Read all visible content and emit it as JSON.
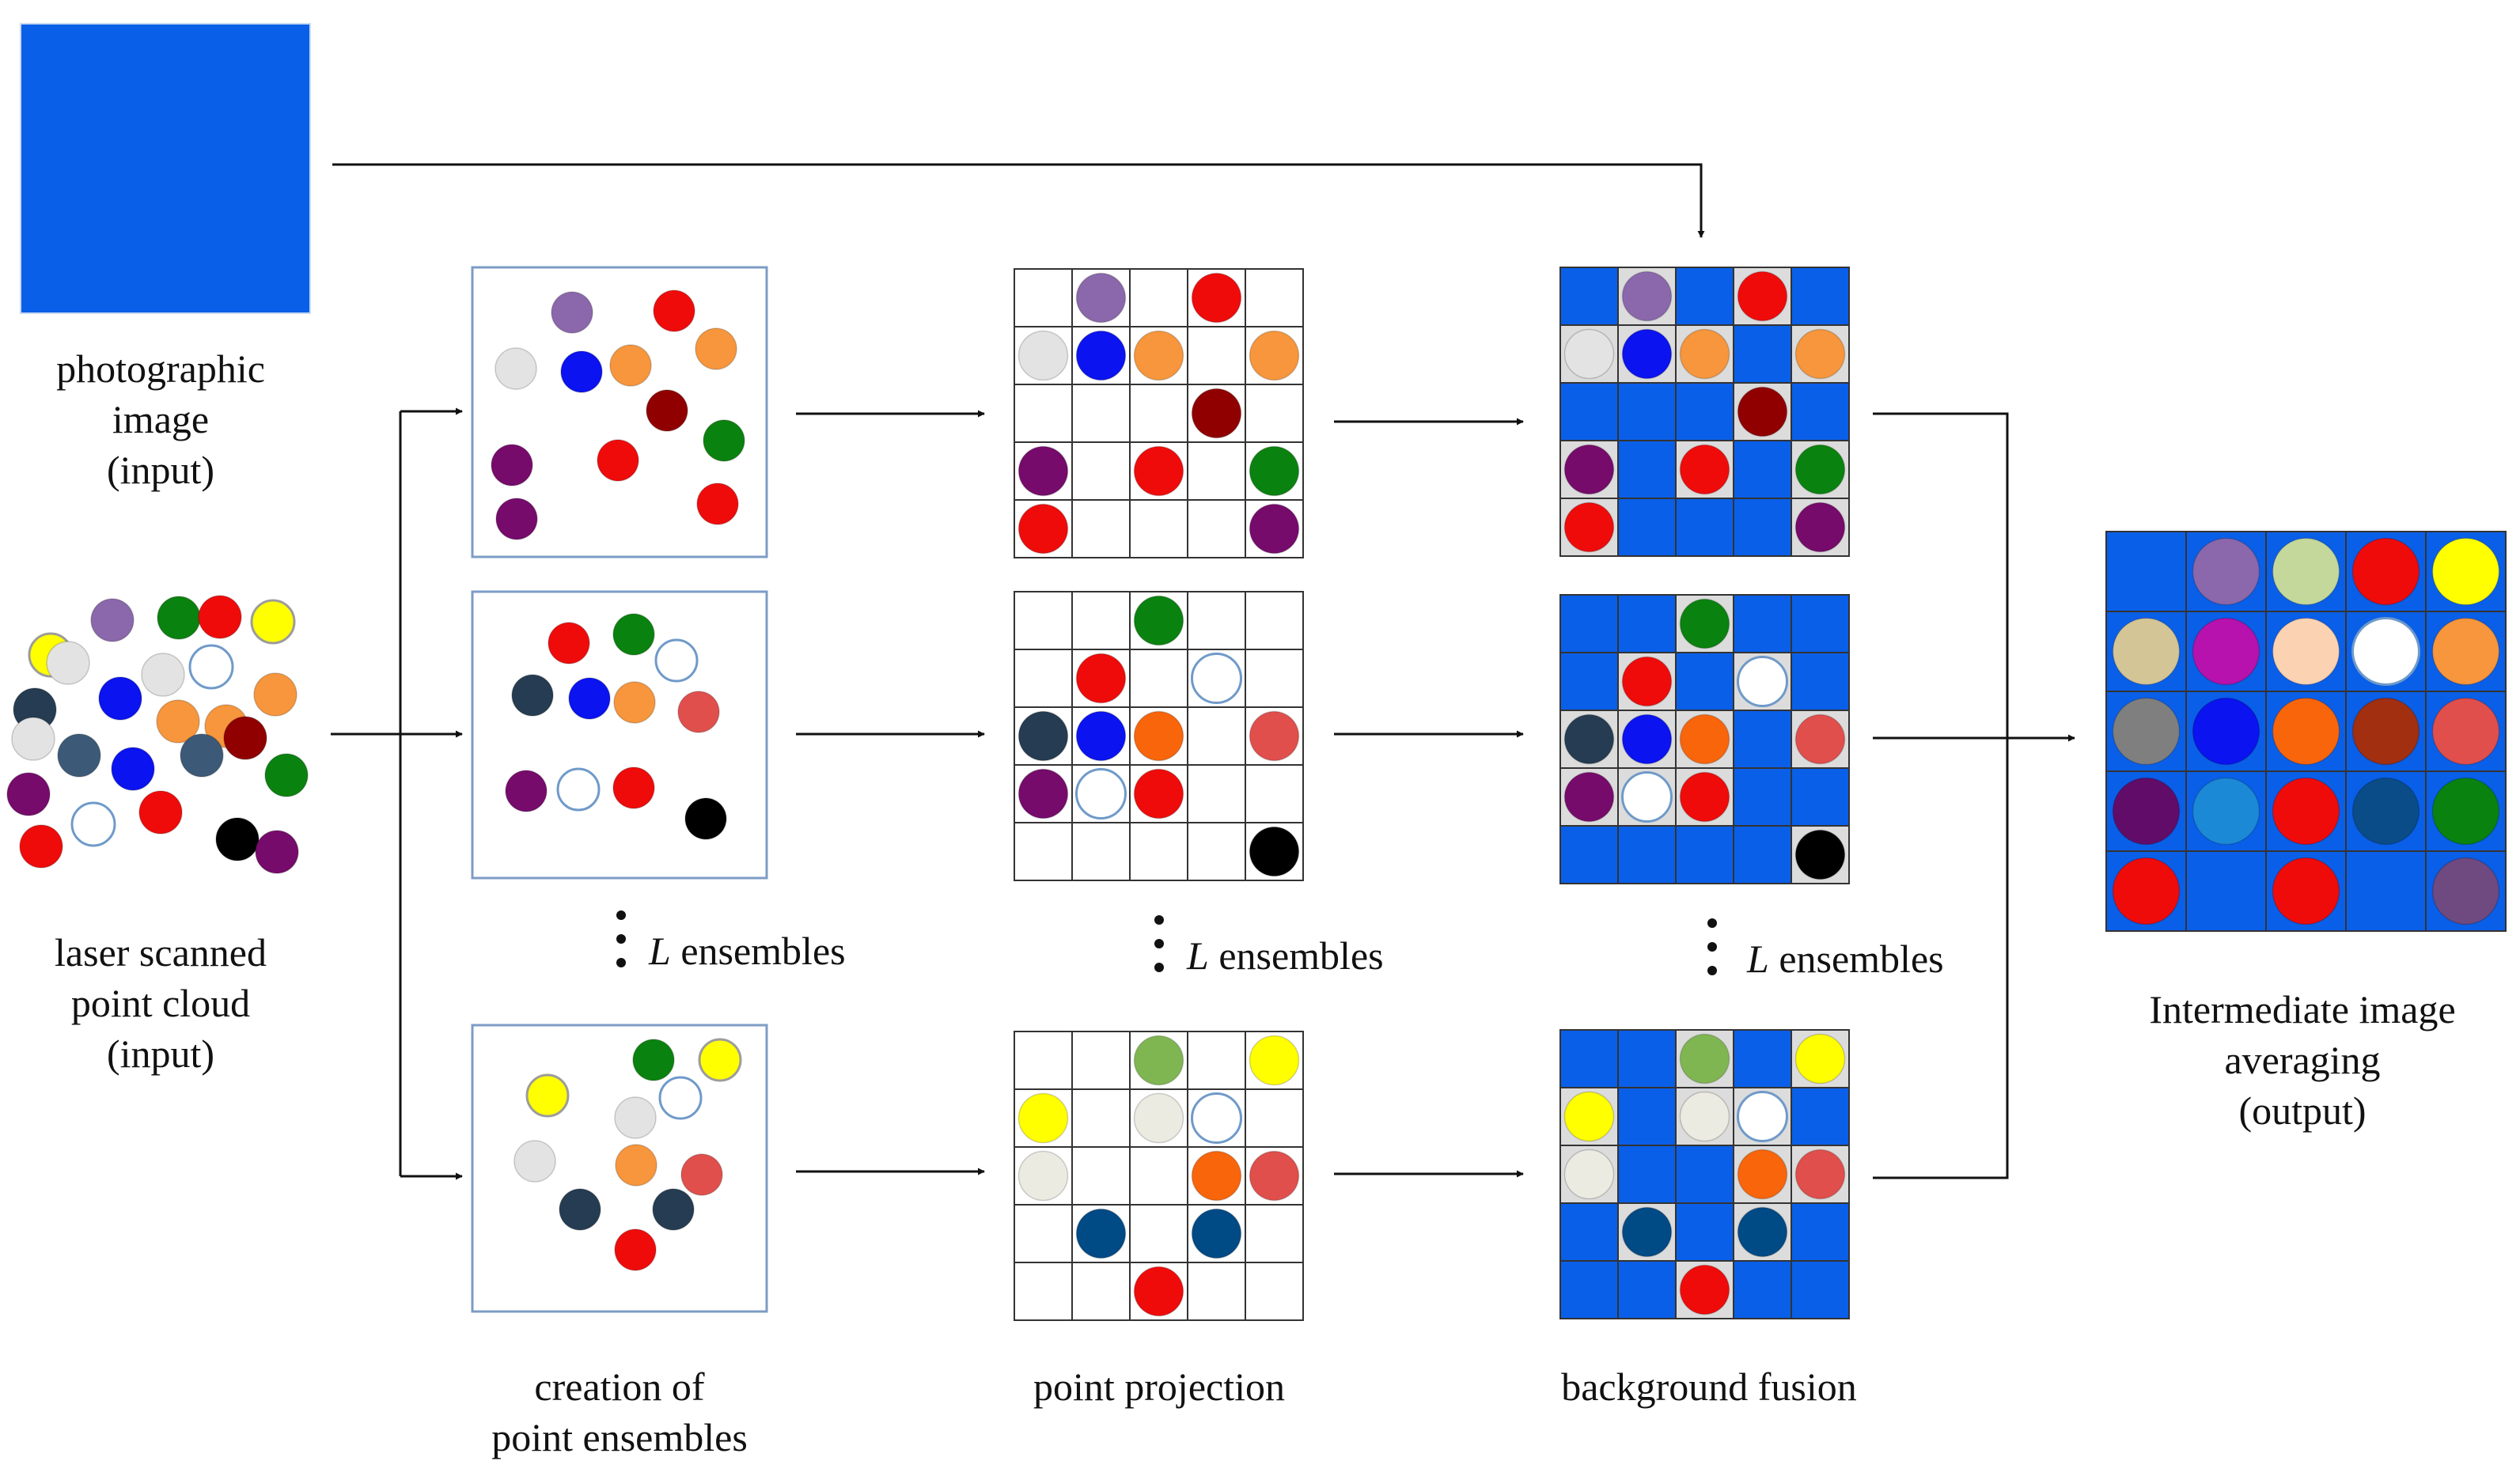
{
  "labels": {
    "photo": [
      "photographic",
      "image",
      "(input)"
    ],
    "cloud": [
      "laser scanned",
      "point cloud",
      "(input)"
    ],
    "creation": [
      "creation of",
      "point ensembles"
    ],
    "projection": [
      "point projection"
    ],
    "fusion": [
      "background fusion"
    ],
    "output": [
      "Intermediate image",
      "averaging",
      "(output)"
    ]
  },
  "ensembles": {
    "symbol": "L",
    "text": "ensembles"
  },
  "colors": {
    "photo_blue": "#0a5fe8",
    "panel_border": "#7d9cc6",
    "grid_line": "#333333",
    "arrow": "#111111"
  },
  "point_colors": {
    "purple": "#8a68ab",
    "red": "#f00b0b",
    "lightgray": "#e3e3e3",
    "blue": "#0a13f0",
    "orange": "#f7963c",
    "darkred": "#900000",
    "green": "#0a820f",
    "plum": "#760b6c",
    "white": "#ffffff",
    "navy": "#253c52",
    "salmon": "#e04f4c",
    "black": "#000000",
    "yellow": "#ffff00",
    "slate": "#3c5a78",
    "lime": "#7fb652",
    "offwhite": "#ecebe2",
    "darkorange": "#f9650b",
    "deepblue": "#004a85",
    "sage": "#c5d89c",
    "magenta": "#b712ad",
    "tan": "#d4c596",
    "peach": "#fbd2b2",
    "gray": "#7f7f7f",
    "brown": "#a12f10",
    "skyblue": "#1c89d7",
    "darkpurple": "#620c6a",
    "steelblue": "#0a4c87",
    "mauve": "#6e4a80"
  },
  "input_cloud": [
    {
      "c": "yellow",
      "stroke": "#9c9c9c"
    },
    {
      "c": "lightgray"
    },
    {
      "c": "purple"
    },
    {
      "c": "green"
    },
    {
      "c": "red"
    },
    {
      "c": "yellow",
      "stroke": "#9c9c9c"
    },
    {
      "c": "navy"
    },
    {
      "c": "blue"
    },
    {
      "c": "lightgray"
    },
    {
      "c": "white",
      "stroke": "#6f9ac9"
    },
    {
      "c": "orange"
    },
    {
      "c": "lightgray"
    },
    {
      "c": "slate"
    },
    {
      "c": "orange"
    },
    {
      "c": "orange"
    },
    {
      "c": "darkred"
    },
    {
      "c": "blue"
    },
    {
      "c": "slate"
    },
    {
      "c": "green"
    },
    {
      "c": "plum"
    },
    {
      "c": "white",
      "stroke": "#6f9ac9"
    },
    {
      "c": "red"
    },
    {
      "c": "black"
    },
    {
      "c": "red"
    },
    {
      "c": "plum"
    }
  ],
  "ensemble_points": [
    [
      {
        "c": "purple"
      },
      {
        "c": "red"
      },
      {
        "c": "lightgray"
      },
      {
        "c": "blue"
      },
      {
        "c": "orange"
      },
      {
        "c": "orange"
      },
      {
        "c": "darkred"
      },
      {
        "c": "green"
      },
      {
        "c": "plum"
      },
      {
        "c": "red"
      },
      {
        "c": "plum"
      },
      {
        "c": "red"
      }
    ],
    [
      {
        "c": "red"
      },
      {
        "c": "green"
      },
      {
        "c": "white",
        "stroke": "#6f9ac9"
      },
      {
        "c": "navy"
      },
      {
        "c": "blue"
      },
      {
        "c": "orange"
      },
      {
        "c": "salmon"
      },
      {
        "c": "plum"
      },
      {
        "c": "white",
        "stroke": "#6f9ac9"
      },
      {
        "c": "red"
      },
      {
        "c": "black"
      }
    ],
    [
      {
        "c": "green"
      },
      {
        "c": "yellow",
        "stroke": "#9c9c9c"
      },
      {
        "c": "yellow",
        "stroke": "#9c9c9c"
      },
      {
        "c": "white",
        "stroke": "#6f9ac9"
      },
      {
        "c": "lightgray"
      },
      {
        "c": "lightgray"
      },
      {
        "c": "orange"
      },
      {
        "c": "salmon"
      },
      {
        "c": "navy"
      },
      {
        "c": "navy"
      },
      {
        "c": "red"
      }
    ]
  ],
  "projection_cells": [
    [
      [
        0,
        1,
        "purple"
      ],
      [
        0,
        3,
        "red"
      ],
      [
        1,
        0,
        "lightgray"
      ],
      [
        1,
        1,
        "blue"
      ],
      [
        1,
        2,
        "orange"
      ],
      [
        1,
        4,
        "orange"
      ],
      [
        2,
        3,
        "darkred"
      ],
      [
        3,
        0,
        "plum"
      ],
      [
        3,
        2,
        "red"
      ],
      [
        3,
        4,
        "green"
      ],
      [
        4,
        0,
        "red"
      ],
      [
        4,
        4,
        "plum"
      ]
    ],
    [
      [
        0,
        2,
        "green"
      ],
      [
        1,
        1,
        "red"
      ],
      [
        1,
        3,
        "white"
      ],
      [
        2,
        0,
        "navy"
      ],
      [
        2,
        1,
        "blue"
      ],
      [
        2,
        2,
        "darkorange"
      ],
      [
        2,
        4,
        "salmon"
      ],
      [
        3,
        0,
        "plum"
      ],
      [
        3,
        1,
        "white"
      ],
      [
        3,
        2,
        "red"
      ],
      [
        4,
        4,
        "black"
      ]
    ],
    [
      [
        0,
        2,
        "lime"
      ],
      [
        0,
        4,
        "yellow"
      ],
      [
        1,
        0,
        "yellow"
      ],
      [
        1,
        2,
        "offwhite"
      ],
      [
        1,
        3,
        "white"
      ],
      [
        2,
        0,
        "offwhite"
      ],
      [
        2,
        3,
        "darkorange"
      ],
      [
        2,
        4,
        "salmon"
      ],
      [
        3,
        1,
        "deepblue"
      ],
      [
        3,
        3,
        "deepblue"
      ],
      [
        4,
        2,
        "red"
      ]
    ]
  ],
  "output_cells": [
    [
      "",
      "purple",
      "sage",
      "red",
      "yellow"
    ],
    [
      "tan",
      "magenta",
      "peach",
      "white",
      "orange"
    ],
    [
      "gray",
      "blue",
      "darkorange",
      "brown",
      "salmon"
    ],
    [
      "darkpurple",
      "skyblue",
      "red",
      "steelblue",
      "green"
    ],
    [
      "red",
      "",
      "red",
      "",
      "mauve"
    ]
  ]
}
